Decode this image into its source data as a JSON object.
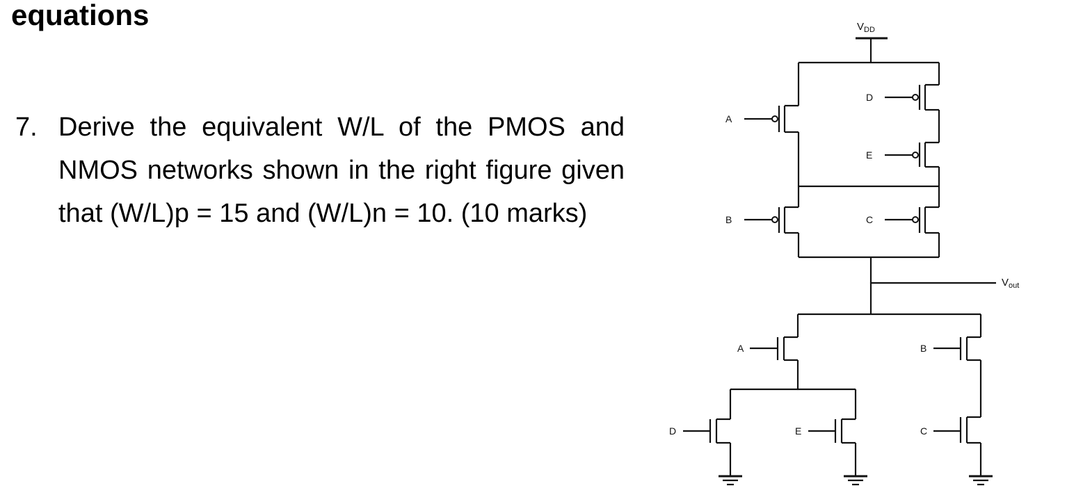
{
  "heading": "equations",
  "question": {
    "number": "7.",
    "text": "Derive the equivalent W/L of the PMOS and NMOS networks shown in the right figure given that (W/L)p = 15 and (W/L)n = 10. (10 marks)"
  },
  "circuit": {
    "supply_label": "V",
    "supply_subscript": "DD",
    "output_label": "V",
    "output_subscript": "out",
    "pmos_inputs": [
      "A",
      "D",
      "E",
      "B",
      "C"
    ],
    "nmos_inputs": [
      "A",
      "B",
      "D",
      "E",
      "C"
    ]
  }
}
